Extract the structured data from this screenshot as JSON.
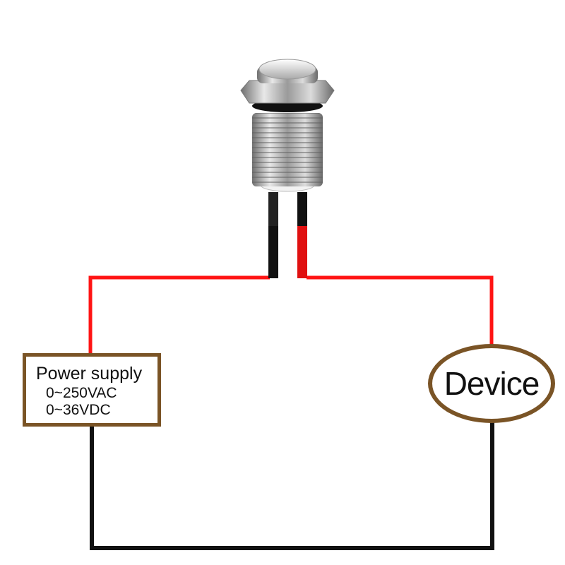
{
  "power_supply": {
    "title": "Power supply",
    "ac_range": "0~250VAC",
    "dc_range": "0~36VDC"
  },
  "device": {
    "label": "Device"
  },
  "colors": {
    "positive_wire": "#ff1414",
    "negative_wire": "#111111",
    "label_border": "#7a5426"
  },
  "icons": [
    "push-button-switch-icon"
  ]
}
